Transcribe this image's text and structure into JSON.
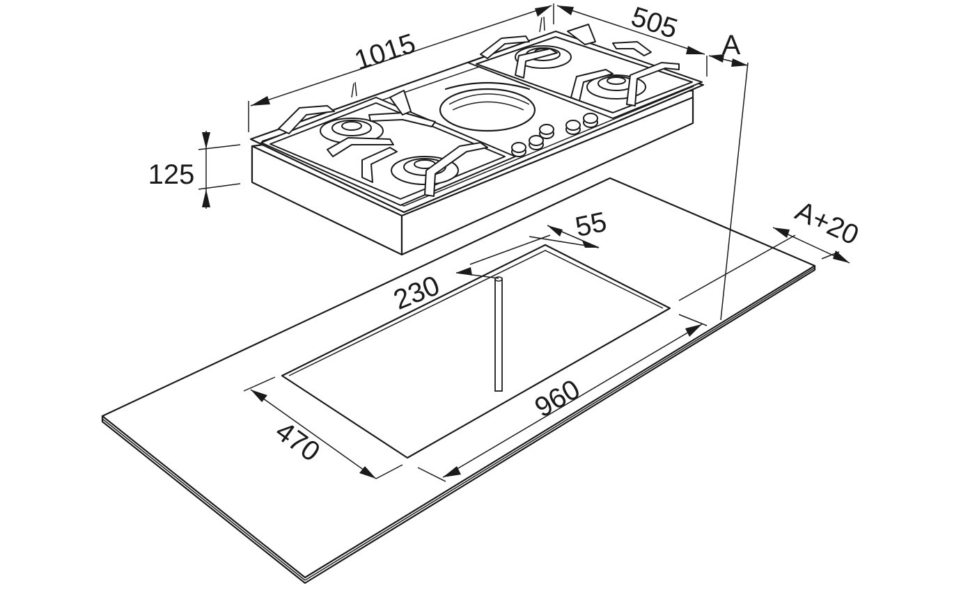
{
  "dimensions": {
    "width": "1015",
    "depth": "505",
    "clearance": "A",
    "height": "125",
    "offset_small": "55",
    "offset_front": "230",
    "cutout_width": "960",
    "cutout_depth": "470",
    "clearance_cutout": "A+20"
  }
}
